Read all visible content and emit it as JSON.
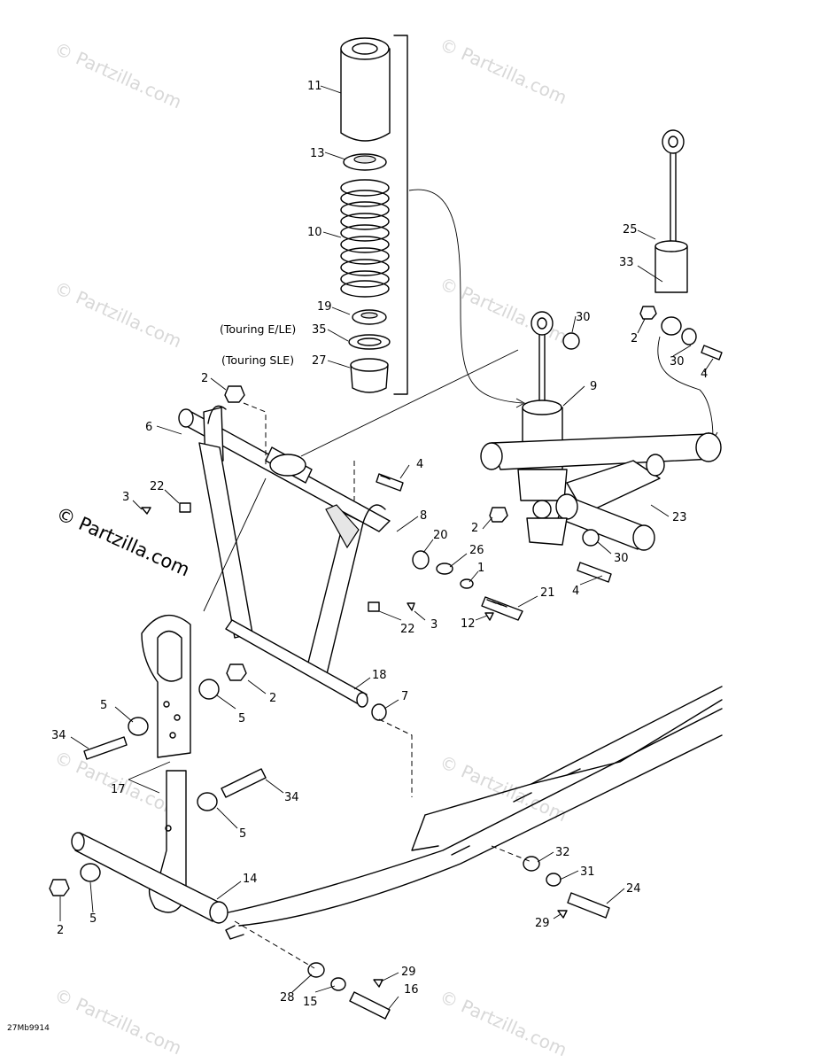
{
  "diagram": {
    "drawing_code": "27Mb9914",
    "watermark_main": "© Partzilla.com",
    "watermark_faint": "© Partzilla.com",
    "notes": {
      "touring_ele": "(Touring E/LE)",
      "touring_sle": "(Touring SLE)"
    },
    "callouts": {
      "c11": "11",
      "c13": "13",
      "c10": "10",
      "c19": "19",
      "c35": "35",
      "c27": "27",
      "c2a": "2",
      "c6": "6",
      "c3a": "3",
      "c22a": "22",
      "c4a": "4",
      "c30a": "30",
      "c2b": "2",
      "c30b": "30",
      "c4b": "4",
      "c25": "25",
      "c33": "33",
      "c9": "9",
      "c23": "23",
      "c2c": "2",
      "c30c": "30",
      "c4c": "4",
      "c8": "8",
      "c20": "20",
      "c26": "26",
      "c1": "1",
      "c21": "21",
      "c12": "12",
      "c22b": "22",
      "c3b": "3",
      "c18": "18",
      "c7": "7",
      "c5a": "5",
      "c2d": "2",
      "c5b": "5",
      "c34a": "34",
      "c17": "17",
      "c34b": "34",
      "c5c": "5",
      "c14": "14",
      "c2e": "2",
      "c5d": "5",
      "c32": "32",
      "c31": "31",
      "c24": "24",
      "c29a": "29",
      "c28": "28",
      "c15": "15",
      "c29b": "29",
      "c16": "16"
    }
  }
}
